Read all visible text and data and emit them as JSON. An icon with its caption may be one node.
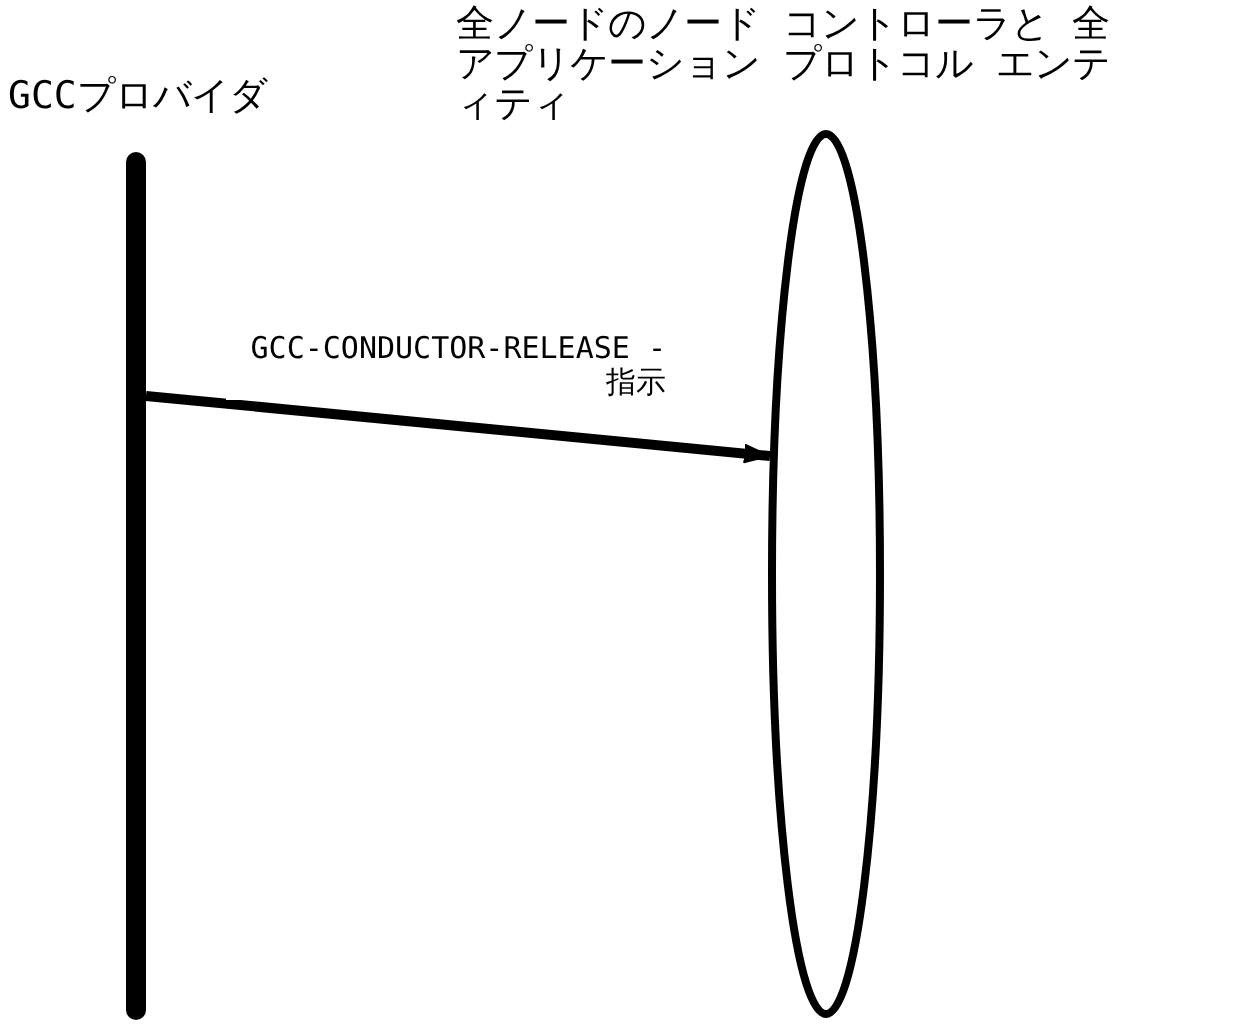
{
  "diagram": {
    "nodes": [
      {
        "text": [
          "GCCプロバイダ"
        ]
      },
      {
        "text": [
          "全ノードのノード コントローラと 全アプリケーション プロトコル エンティティ"
        ]
      }
    ],
    "edges": [
      {
        "from": 0,
        "to": 1,
        "arrow": "to",
        "label": "GCC-CONDUCTOR-RELEASE -指示"
      }
    ]
  }
}
